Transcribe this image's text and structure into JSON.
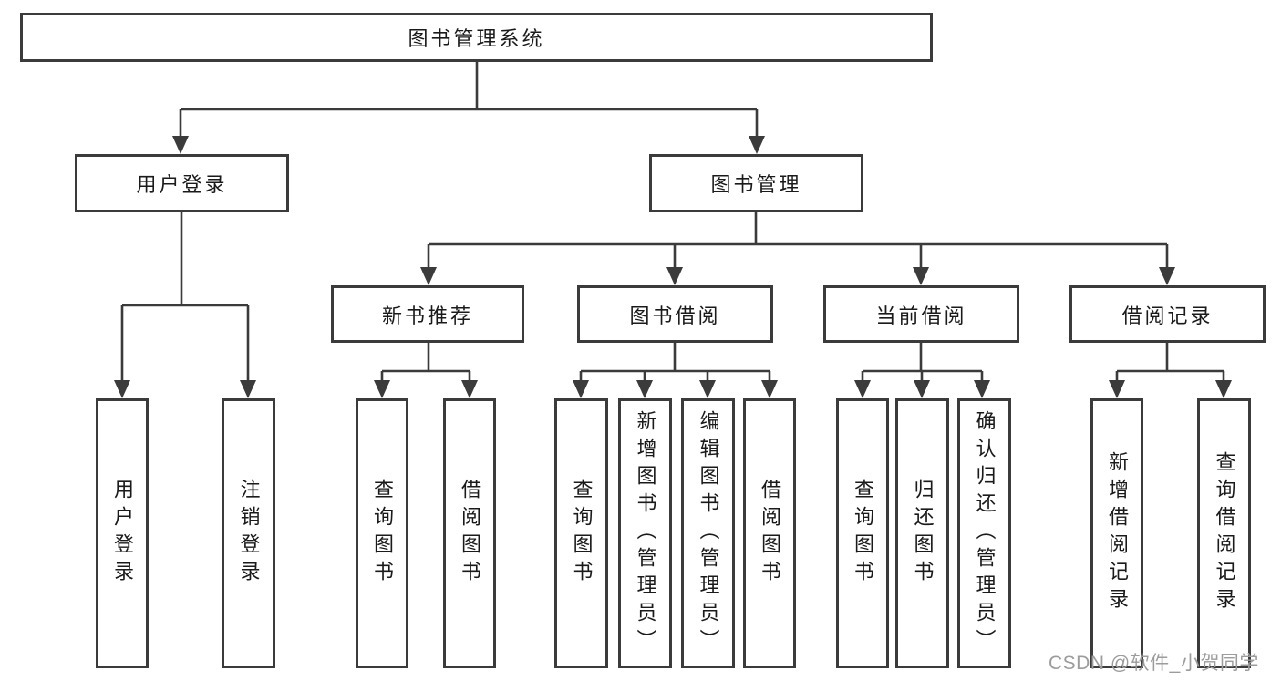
{
  "diagram": {
    "type": "tree-structure-chart",
    "colors": {
      "line": "#3b3b3b",
      "text": "#1a1a1a",
      "watermark": "#9c9c9c",
      "background": "#ffffff"
    },
    "nodes": {
      "root": "图书管理系统",
      "userLogin": "用户登录",
      "bookMgmt": "图书管理",
      "newBook": "新书推荐",
      "bookBorrow": "图书借阅",
      "currentBorrow": "当前借阅",
      "borrowRecord": "借阅记录",
      "leaves": {
        "userLogin": [
          "用户登录",
          "注销登录"
        ],
        "newBook": [
          "查询图书",
          "借阅图书"
        ],
        "bookBorrow": [
          "查询图书",
          "新增图书（管理员）",
          "编辑图书（管理员）",
          "借阅图书"
        ],
        "currentBorrow": [
          "查询图书",
          "归还图书",
          "确认归还（管理员）"
        ],
        "borrowRecord": [
          "新增借阅记录",
          "查询借阅记录"
        ]
      }
    },
    "watermark": "CSDN @软件_小贺同学"
  }
}
